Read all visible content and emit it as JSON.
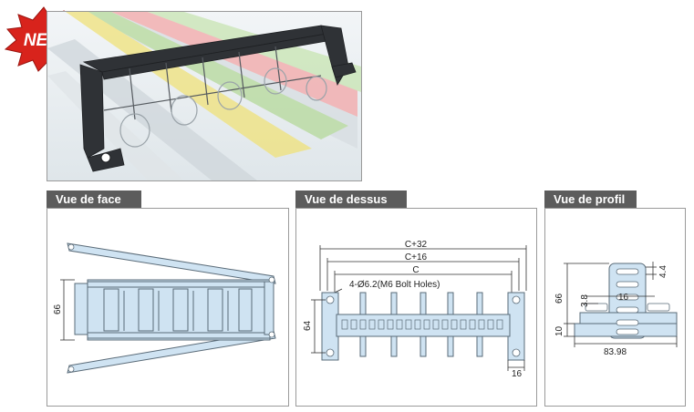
{
  "badge": {
    "text": "NEW"
  },
  "sections": {
    "front": {
      "title": "Vue de face",
      "dim_height": "66"
    },
    "top": {
      "title": "Vue de dessus",
      "dim_c32": "C+32",
      "dim_c16": "C+16",
      "dim_c": "C",
      "holes": "4-Ø6.2(M6 Bolt Holes)",
      "dim_64": "64",
      "dim_16": "16"
    },
    "side": {
      "title": "Vue de profil",
      "dim_44": "4.4",
      "dim_66": "66",
      "dim_38": "3.8",
      "dim_16": "16",
      "dim_10": "10",
      "dim_width": "83.98"
    }
  },
  "colors": {
    "tab_bg": "#5c5c5c",
    "part_fill": "#cfe3f2",
    "part_stroke": "#5a6b78",
    "badge_red": "#d8231c"
  }
}
